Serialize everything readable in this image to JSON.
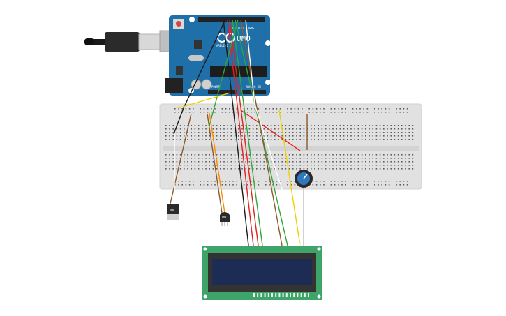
{
  "board": {
    "logo": "UNO",
    "brand": "ARDUINO",
    "header_digital": "DIGITAL (PWM~)",
    "header_power": "POWER",
    "header_analog": "ANALOG IN",
    "color": "#1f6fa8"
  },
  "sensors": {
    "left_label": "TMP",
    "right_label": "TMP"
  },
  "lcd": {
    "pcb_color": "#3fa46a",
    "screen_color": "#1d2c55"
  },
  "breadboard": {
    "color": "#e1e1e1"
  },
  "wires": {
    "colors": [
      "#1a1a1a",
      "#e82020",
      "#2aa838",
      "#8b5a2b",
      "#f0d000",
      "#ff8c00",
      "#ffffff"
    ]
  }
}
